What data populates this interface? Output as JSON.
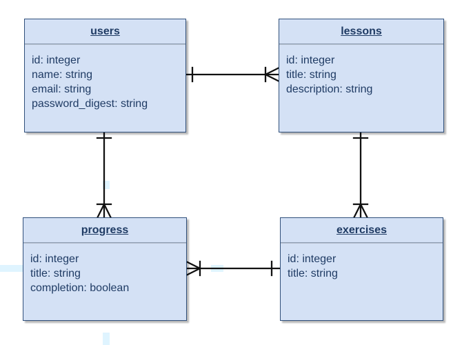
{
  "entities": {
    "users": {
      "title": "users",
      "fields": [
        "id: integer",
        "name: string",
        "email: string",
        "password_digest: string"
      ]
    },
    "lessons": {
      "title": "lessons",
      "fields": [
        "id: integer",
        "title: string",
        "description: string"
      ]
    },
    "progress": {
      "title": "progress",
      "fields": [
        "id: integer",
        "title: string",
        "completion: boolean"
      ]
    },
    "exercises": {
      "title": "exercises",
      "fields": [
        "id: integer",
        "title: string"
      ]
    }
  },
  "colors": {
    "entity_fill": "#d4e1f5",
    "entity_border": "#2f4f7a",
    "text": "#1f3b64",
    "connector": "#111111",
    "ghost_guides": "#dff4ff"
  },
  "relationships": [
    {
      "from": "users",
      "to": "lessons",
      "from_end": "one",
      "to_end": "many"
    },
    {
      "from": "users",
      "to": "progress",
      "from_end": "one",
      "to_end": "many"
    },
    {
      "from": "lessons",
      "to": "exercises",
      "from_end": "one",
      "to_end": "many"
    },
    {
      "from": "progress",
      "to": "exercises",
      "from_end": "many",
      "to_end": "one"
    }
  ]
}
